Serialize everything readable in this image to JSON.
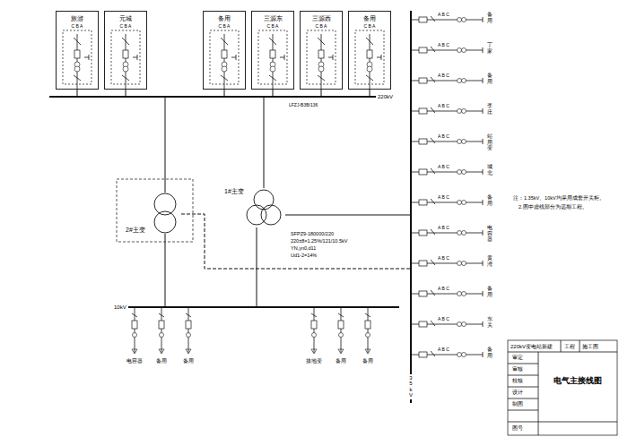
{
  "diagram": {
    "title": "电气主接线图",
    "nodes": [
      {
        "text": [
          "旅游",
          "C B A"
        ]
      },
      {
        "text": [
          "元城",
          "C B A"
        ]
      },
      {
        "text": [
          "备用",
          "C B A"
        ]
      },
      {
        "text": [
          "三源东",
          "C B A"
        ]
      },
      {
        "text": [
          "三源西",
          "C B A"
        ]
      },
      {
        "text": [
          "备用",
          "C B A"
        ]
      },
      {
        "text": [
          "220kV"
        ]
      },
      {
        "text": [
          "2#主变"
        ]
      },
      {
        "text": [
          "1#主变"
        ]
      },
      {
        "text": [
          "10kV"
        ]
      },
      {
        "text": [
          "35kV"
        ]
      }
    ],
    "edges": [
      {
        "from": 0,
        "to": 6,
        "arrow": "none"
      },
      {
        "from": 1,
        "to": 6,
        "arrow": "none"
      },
      {
        "from": 2,
        "to": 6,
        "arrow": "none"
      },
      {
        "from": 3,
        "to": 6,
        "arrow": "none"
      },
      {
        "from": 4,
        "to": 6,
        "arrow": "none"
      },
      {
        "from": 5,
        "to": 6,
        "arrow": "none"
      },
      {
        "from": 6,
        "to": 7,
        "arrow": "none"
      },
      {
        "from": 6,
        "to": 8,
        "arrow": "none"
      },
      {
        "from": 7,
        "to": 9,
        "arrow": "none"
      },
      {
        "from": 8,
        "to": 9,
        "arrow": "none"
      },
      {
        "from": 8,
        "to": 10,
        "arrow": "none"
      },
      {
        "from": 7,
        "to": 10,
        "arrow": "none"
      }
    ],
    "labels": [
      "LFZJ-B3B/136",
      "SFPZ9-180000/220",
      "220±8×1.25%/121/10.5kV",
      "YN,yn0,d11",
      "Ud1-2=14%",
      "电容器",
      "备用",
      "备用",
      "接地变",
      "备用",
      "备用",
      "A B C",
      "备用",
      "A B C",
      "丁家",
      "A B C",
      "备用",
      "A B C",
      "李庄",
      "A B C",
      "站用变",
      "A B C",
      "城北",
      "A B C",
      "备用",
      "A B C",
      "电容器",
      "A B C",
      "黄湾",
      "A B C",
      "备用",
      "A B C",
      "东关",
      "A B C",
      "备用",
      "注：1.35kV、10kV均采用成套开关柜。",
      "2.图中虚线部分为远期工程。",
      "220kV变电站新建",
      "工程",
      "施工图",
      "审定",
      "审核",
      "校核",
      "设计",
      "制图",
      "图号"
    ]
  }
}
